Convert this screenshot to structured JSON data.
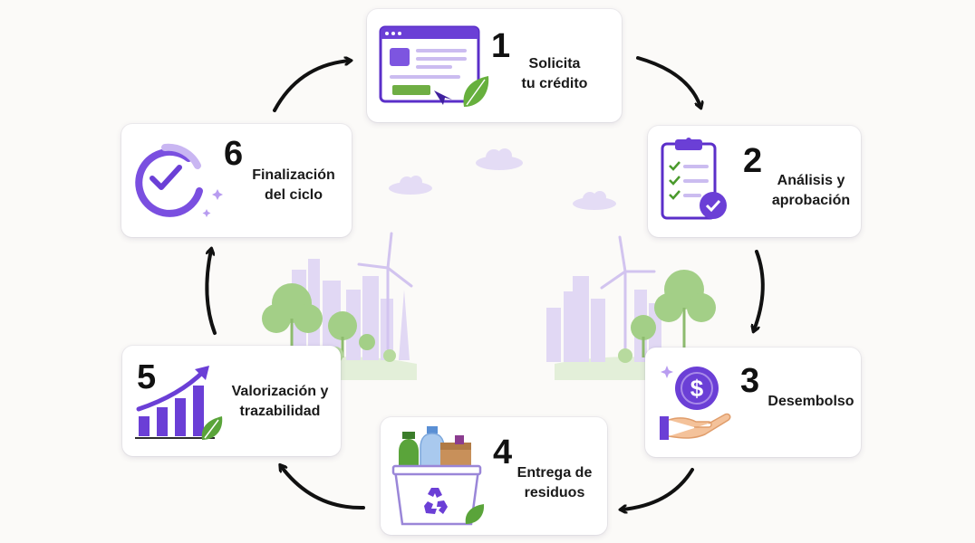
{
  "steps": [
    {
      "number": "1",
      "line1": "Solicita",
      "line2": "tu crédito"
    },
    {
      "number": "2",
      "line1": "Análisis y",
      "line2": "aprobación"
    },
    {
      "number": "3",
      "line1": "Desembolso",
      "line2": ""
    },
    {
      "number": "4",
      "line1": "Entrega de",
      "line2": "residuos"
    },
    {
      "number": "5",
      "line1": "Valorización y",
      "line2": "trazabilidad"
    },
    {
      "number": "6",
      "line1": "Finalización",
      "line2": "del ciclo"
    }
  ],
  "icons": [
    "browser-form-icon",
    "clipboard-check-icon",
    "dollar-hand-icon",
    "recycle-bin-icon",
    "growth-chart-icon",
    "cycle-check-icon"
  ],
  "colors": {
    "accent": "#6b3fd6",
    "accent_light": "#c9b6f2",
    "green": "#5aa43a",
    "arrow": "#111111",
    "card": "#ffffff",
    "background": "#fbfaf8"
  }
}
